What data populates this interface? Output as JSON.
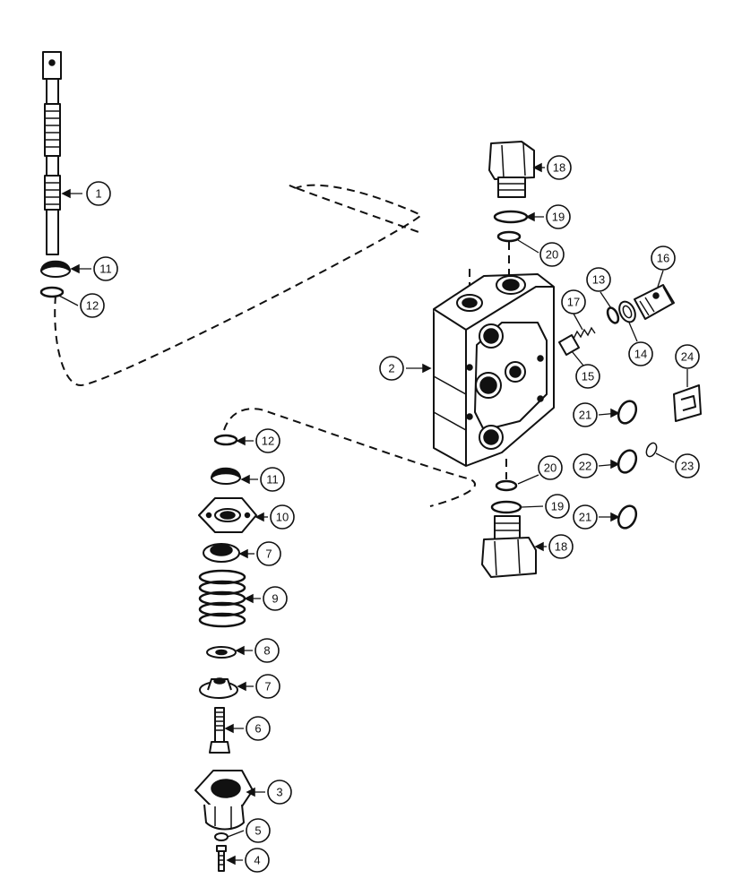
{
  "callouts": [
    {
      "id": "c1",
      "label": "1"
    },
    {
      "id": "c2",
      "label": "2"
    },
    {
      "id": "c3",
      "label": "3"
    },
    {
      "id": "c4",
      "label": "4"
    },
    {
      "id": "c5",
      "label": "5"
    },
    {
      "id": "c6",
      "label": "6"
    },
    {
      "id": "c7a",
      "label": "7"
    },
    {
      "id": "c7b",
      "label": "7"
    },
    {
      "id": "c8",
      "label": "8"
    },
    {
      "id": "c9",
      "label": "9"
    },
    {
      "id": "c10",
      "label": "10"
    },
    {
      "id": "c11a",
      "label": "11"
    },
    {
      "id": "c11b",
      "label": "11"
    },
    {
      "id": "c12a",
      "label": "12"
    },
    {
      "id": "c12b",
      "label": "12"
    },
    {
      "id": "c13",
      "label": "13"
    },
    {
      "id": "c14",
      "label": "14"
    },
    {
      "id": "c15",
      "label": "15"
    },
    {
      "id": "c16",
      "label": "16"
    },
    {
      "id": "c17",
      "label": "17"
    },
    {
      "id": "c18a",
      "label": "18"
    },
    {
      "id": "c18b",
      "label": "18"
    },
    {
      "id": "c19a",
      "label": "19"
    },
    {
      "id": "c19b",
      "label": "19"
    },
    {
      "id": "c20a",
      "label": "20"
    },
    {
      "id": "c20b",
      "label": "20"
    },
    {
      "id": "c21a",
      "label": "21"
    },
    {
      "id": "c21b",
      "label": "21"
    },
    {
      "id": "c22",
      "label": "22"
    },
    {
      "id": "c23",
      "label": "23"
    },
    {
      "id": "c24",
      "label": "24"
    }
  ]
}
